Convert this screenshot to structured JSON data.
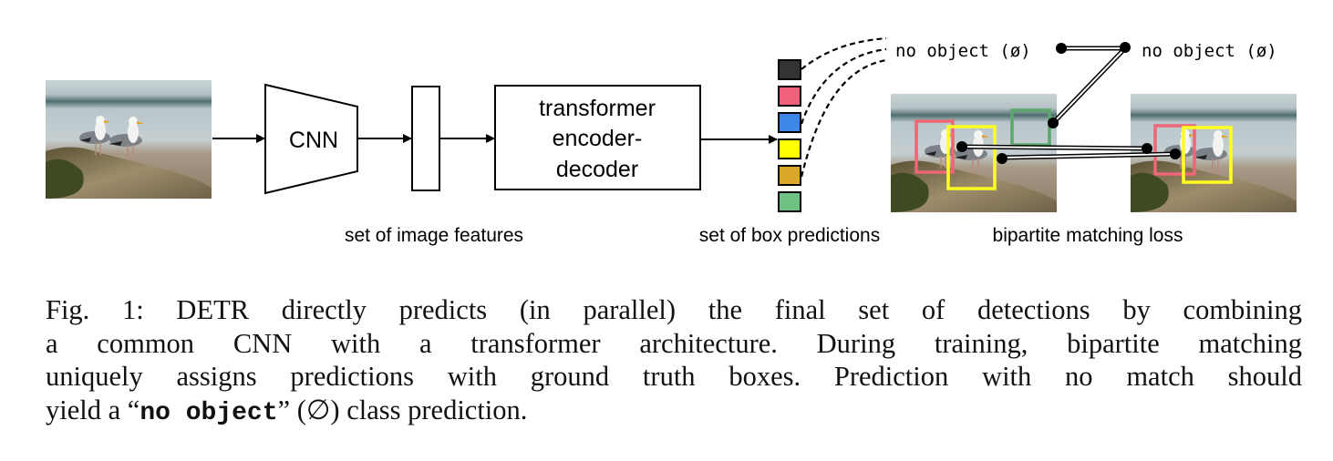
{
  "figure": {
    "blocks": {
      "cnn": "CNN",
      "transformer_line1": "transformer",
      "transformer_line2": "encoder-",
      "transformer_line3": "decoder"
    },
    "labels": {
      "image_features": "set of image features",
      "box_predictions": "set of box predictions",
      "matching_loss": "bipartite matching loss"
    },
    "no_object_left": "no object (ø)",
    "no_object_right": "no object (ø)",
    "prediction_colors": [
      {
        "name": "dark",
        "hex": "#333333"
      },
      {
        "name": "pink",
        "hex": "#f0607a"
      },
      {
        "name": "blue",
        "hex": "#3c86e8"
      },
      {
        "name": "yellow",
        "hex": "#ffff00"
      },
      {
        "name": "orange",
        "hex": "#dba82b"
      },
      {
        "name": "green",
        "hex": "#6ec283"
      }
    ],
    "box_colors": {
      "pink": "#ee6677",
      "yellow": "#ffff22",
      "green": "#5aa86a"
    }
  },
  "caption": {
    "line1": "Fig. 1: DETR directly predicts (in parallel) the final set of detections by combining",
    "line2": "a common CNN with a transformer architecture. During training, bipartite matching",
    "line3": "uniquely assigns predictions with ground truth boxes. Prediction with no match should",
    "line4_pre": "yield a “",
    "line4_code": "no object",
    "line4_post": "” (∅) class prediction."
  }
}
